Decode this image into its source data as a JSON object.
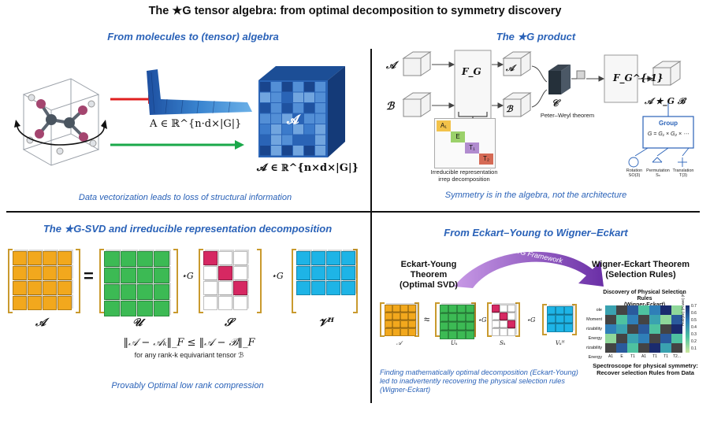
{
  "title": "The ★G tensor algebra: from optimal decomposition to symmetry discovery",
  "q1": {
    "title": "From molecules to (tensor) algebra",
    "flat_eq": "A ∈ ℝ^{n·d×|G|}",
    "tensor_symbol": "𝓐",
    "tensor_eq": "𝓐 ∈ ℝ^{n×d×|G|}",
    "caption": "Data vectorization leads to loss of structural information"
  },
  "q2": {
    "title": "The ★G product",
    "A": "𝒜",
    "B": "ℬ",
    "FG": "F_G",
    "FG_inv": "F_G^{-1}",
    "C": "𝒞",
    "peter_weyl": "Peter–Weyl theorem",
    "irreps": [
      "A₁",
      "E",
      "T₁",
      "T₂"
    ],
    "irrep_label_1": "Irreducible representation",
    "irrep_label_2": "irrep decomposition",
    "result": "𝒜 ★_G ℬ",
    "group_title": "Group",
    "group_eq": "G = G₁ × G₂ × ⋯",
    "group_items": [
      {
        "name": "Rotation",
        "sub": "SO(3)"
      },
      {
        "name": "Permutation",
        "sub": "Sₙ"
      },
      {
        "name": "Translation",
        "sub": "T(3)"
      }
    ],
    "caption": "Symmetry is in the algebra, not the architecture"
  },
  "q3": {
    "title": "The ★G-SVD and irreducible representation decomposition",
    "labels": [
      "𝒜",
      "𝒰",
      "𝒮",
      "𝒱ᴴ"
    ],
    "star": "⋆G",
    "eq_sign": "=",
    "inequality": "‖𝒜 − 𝒜ₖ‖_F ≤ ‖𝒜 − ℬ‖_F",
    "inequality_note": "for any rank-k equivariant tensor ℬ",
    "caption": "Provably Optimal low rank compression",
    "colors": {
      "orange": "#f2a81d",
      "green": "#3cba54",
      "pink": "#d62862",
      "cyan": "#1eb4e6"
    }
  },
  "q4": {
    "title": "From Eckart–Young to Wigner–Eckart",
    "arc_label": "The ★G Framework",
    "left_title_1": "Eckart-Young Theorem",
    "left_title_2": "(Optimal SVD)",
    "right_title_1": "Wigner-Eckart Theorem",
    "right_title_2": "(Selection Rules)",
    "mini_labels": [
      "𝒜",
      "Uₖ",
      "Sₖ",
      "Vₖᴴ"
    ],
    "approx": "≈",
    "heatmap": {
      "title_1": "Discovery of Physical Selection Rules",
      "title_2": "(Wigner-Eckart)",
      "row_labels": [
        "ole Moment",
        "rizability",
        "Energy",
        "rizability",
        "Energy"
      ],
      "col_labels": [
        "A1",
        "E",
        "T1",
        "A1",
        "T1",
        "T1",
        "T2..."
      ],
      "colorbar_ticks": [
        "0.7",
        "0.6",
        "0.5",
        "0.4",
        "0.3",
        "0.2",
        "0.1"
      ],
      "colorbar_label": "Prob(Err) (Power) |P|",
      "caption_1": "Spectroscope for physical symmetry:",
      "caption_2": "Recover selection Rules from Data"
    },
    "caption": "Finding mathematically optimal decomposition (Eckart-Young) led to inadvertently recovering the physical selection rules (Wigner-Eckart)"
  }
}
